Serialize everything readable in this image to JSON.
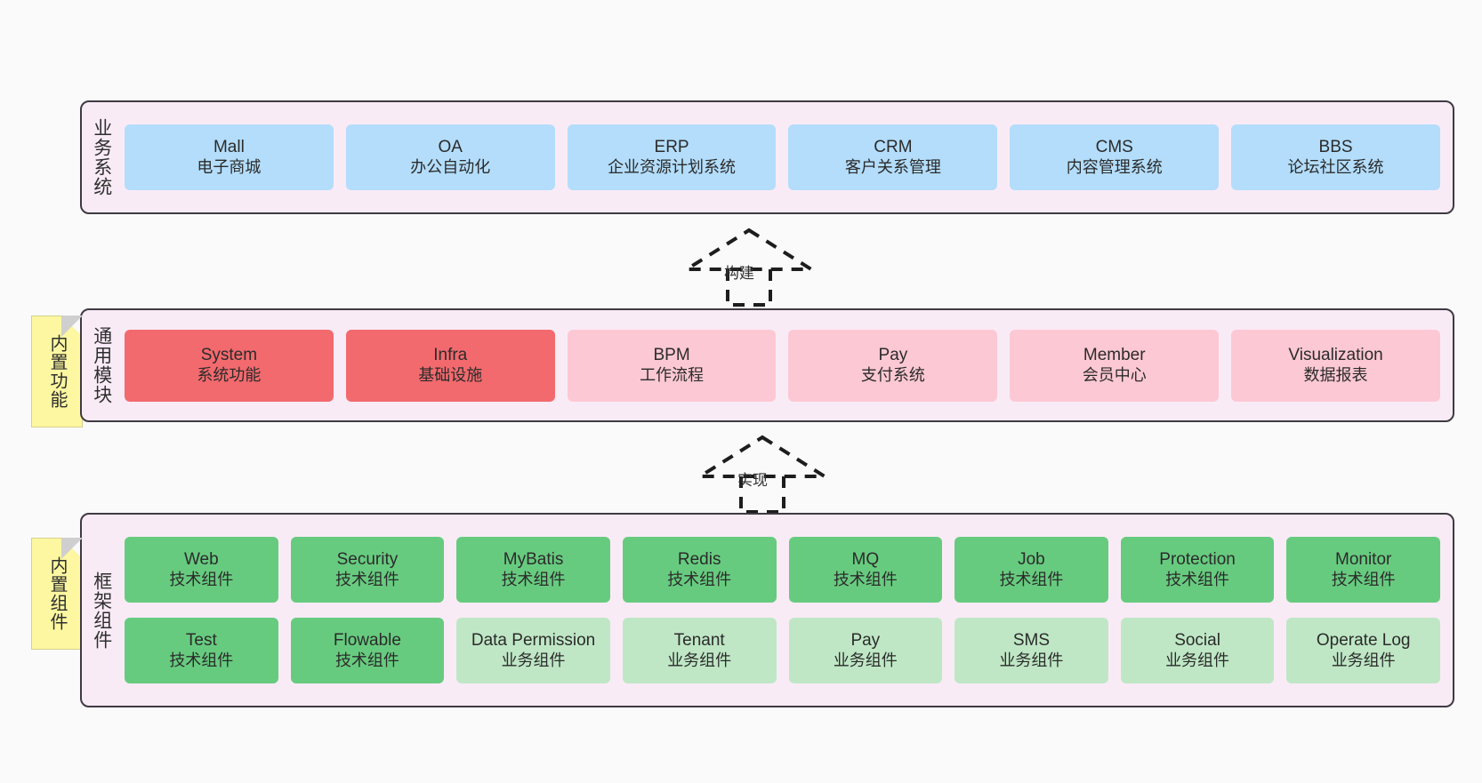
{
  "diagram": {
    "background_color": "#fafafa",
    "layer_fill": "#f9ebf6",
    "layer_border": "#3f3a42",
    "note_color": "#fcf7a0"
  },
  "layers": [
    {
      "id": "business",
      "title": "业务系统",
      "color": "#b3ddfb",
      "rows": [
        [
          {
            "en": "Mall",
            "cn": "电子商城",
            "style": "c-blue"
          },
          {
            "en": "OA",
            "cn": "办公自动化",
            "style": "c-blue"
          },
          {
            "en": "ERP",
            "cn": "企业资源计划系统",
            "style": "c-blue"
          },
          {
            "en": "CRM",
            "cn": "客户关系管理",
            "style": "c-blue"
          },
          {
            "en": "CMS",
            "cn": "内容管理系统",
            "style": "c-blue"
          },
          {
            "en": "BBS",
            "cn": "论坛社区系统",
            "style": "c-blue"
          }
        ]
      ]
    },
    {
      "id": "common",
      "title": "通用模块",
      "note": "内置功能",
      "rows": [
        [
          {
            "en": "System",
            "cn": "系统功能",
            "style": "c-red"
          },
          {
            "en": "Infra",
            "cn": "基础设施",
            "style": "c-red"
          },
          {
            "en": "BPM",
            "cn": "工作流程",
            "style": "c-pink"
          },
          {
            "en": "Pay",
            "cn": "支付系统",
            "style": "c-pink"
          },
          {
            "en": "Member",
            "cn": "会员中心",
            "style": "c-pink"
          },
          {
            "en": "Visualization",
            "cn": "数据报表",
            "style": "c-pink"
          }
        ]
      ]
    },
    {
      "id": "framework",
      "title": "框架组件",
      "note": "内置组件",
      "rows": [
        [
          {
            "en": "Web",
            "cn": "技术组件",
            "style": "c-green"
          },
          {
            "en": "Security",
            "cn": "技术组件",
            "style": "c-green"
          },
          {
            "en": "MyBatis",
            "cn": "技术组件",
            "style": "c-green"
          },
          {
            "en": "Redis",
            "cn": "技术组件",
            "style": "c-green"
          },
          {
            "en": "MQ",
            "cn": "技术组件",
            "style": "c-green"
          },
          {
            "en": "Job",
            "cn": "技术组件",
            "style": "c-green"
          },
          {
            "en": "Protection",
            "cn": "技术组件",
            "style": "c-green"
          },
          {
            "en": "Monitor",
            "cn": "技术组件",
            "style": "c-green"
          }
        ],
        [
          {
            "en": "Test",
            "cn": "技术组件",
            "style": "c-green"
          },
          {
            "en": "Flowable",
            "cn": "技术组件",
            "style": "c-green"
          },
          {
            "en": "Data Permission",
            "cn": "业务组件",
            "style": "c-lightgreen"
          },
          {
            "en": "Tenant",
            "cn": "业务组件",
            "style": "c-lightgreen"
          },
          {
            "en": "Pay",
            "cn": "业务组件",
            "style": "c-lightgreen"
          },
          {
            "en": "SMS",
            "cn": "业务组件",
            "style": "c-lightgreen"
          },
          {
            "en": "Social",
            "cn": "业务组件",
            "style": "c-lightgreen"
          },
          {
            "en": "Operate Log",
            "cn": "业务组件",
            "style": "c-lightgreen"
          }
        ]
      ]
    }
  ],
  "connectors": [
    {
      "id": "build",
      "label": "构建"
    },
    {
      "id": "impl",
      "label": "实现"
    }
  ]
}
